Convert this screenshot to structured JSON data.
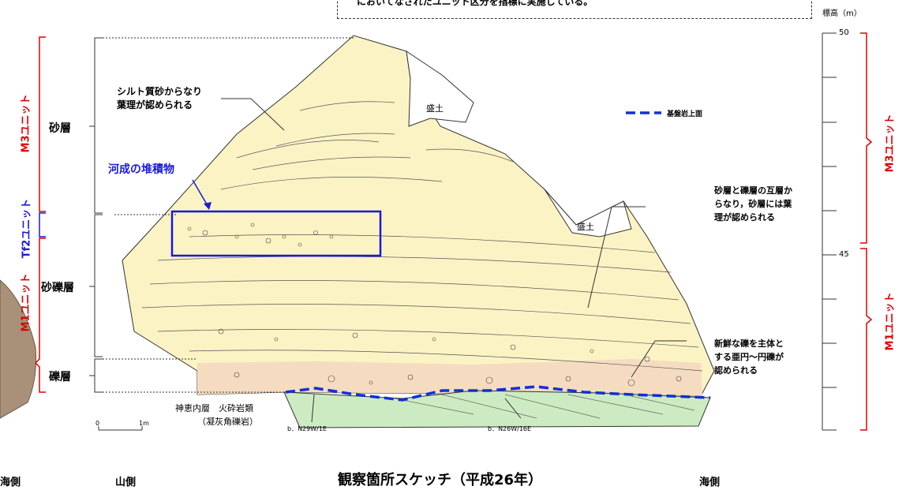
{
  "header_note": "においてなされたユニット区分を指標に実施している。",
  "elevation_axis": {
    "title": "標高（m）",
    "ticks": [
      "50",
      "45"
    ]
  },
  "left_units": {
    "m3": "M3ユニット",
    "tf2": "Tf2ユニット",
    "m1": "M1ユニット"
  },
  "right_units": {
    "m3": "M3ユニット",
    "m1": "M1ユニット"
  },
  "layers": {
    "sand": "砂層",
    "sandy_gravel": "砂礫層",
    "gravel": "礫層"
  },
  "annotations": {
    "silt_line1": "シルト質砂からなり",
    "silt_line2": "葉理が認められる",
    "river": "河成の堆積物",
    "fill1": "盛土",
    "fill2": "盛土",
    "alt_line1": "砂層と礫層の互層か",
    "alt_line2": "らなり，砂層には葉",
    "alt_line3": "理が認められる",
    "fresh_line1": "新鮮な礫を主体と",
    "fresh_line2": "する亜円～円礫が",
    "fresh_line3": "認められる",
    "bedrock_line1": "神恵内層　火砕岩類",
    "bedrock_line2": "（凝灰角礫岩）",
    "strike1": "b．N29W/1E",
    "strike2": "b．N26W/16E"
  },
  "legend": {
    "bedrock_top": "基盤岩上面",
    "bedrock_color": "#1030d8"
  },
  "scale_bar": {
    "zero": "0",
    "one": "1m"
  },
  "footer": {
    "sea_left": "海側",
    "mountain": "山側",
    "title": "観察箇所スケッチ（平成26年）",
    "sea_right": "海側"
  },
  "colors": {
    "sand": "#fbf3c4",
    "gravel_pink": "#f5dcc0",
    "bedrock_green": "#cdebc2",
    "unit_red": "#e00000",
    "unit_blue": "#1a1ad8"
  }
}
